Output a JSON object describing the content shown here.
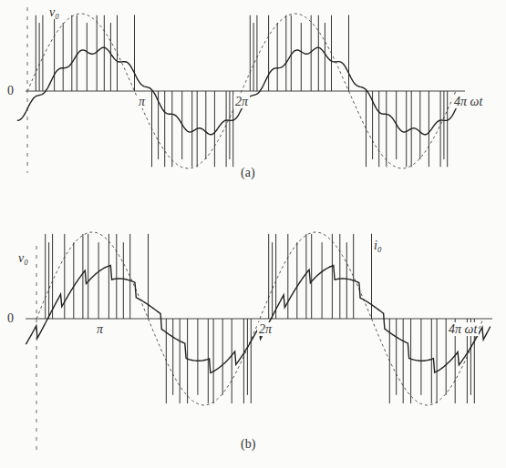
{
  "diagram": {
    "labels": [
      "v₀",
      "0",
      "π",
      "2π",
      "4π ωt",
      "(a)",
      "v₀",
      "0",
      "π",
      "2π",
      "i₀",
      "4π ωt",
      "(b)"
    ]
  }
}
